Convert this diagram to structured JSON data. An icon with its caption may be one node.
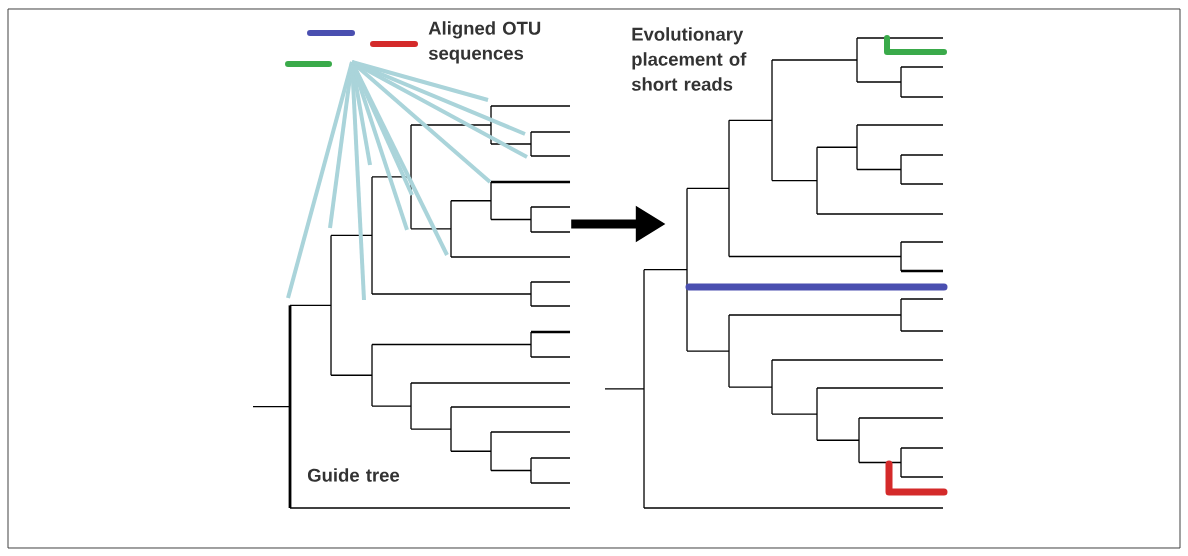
{
  "diagram": {
    "nodes": [
      {
        "text": [],
        "shape": "tree"
      },
      {
        "text": [],
        "shape": "tree"
      }
    ],
    "edges": [
      {
        "from": 0,
        "to": 1,
        "arrow": "to"
      }
    ],
    "labels": [
      "Aligned OTU sequences",
      "Evolutionary placement of short reads",
      "Guide tree"
    ]
  }
}
